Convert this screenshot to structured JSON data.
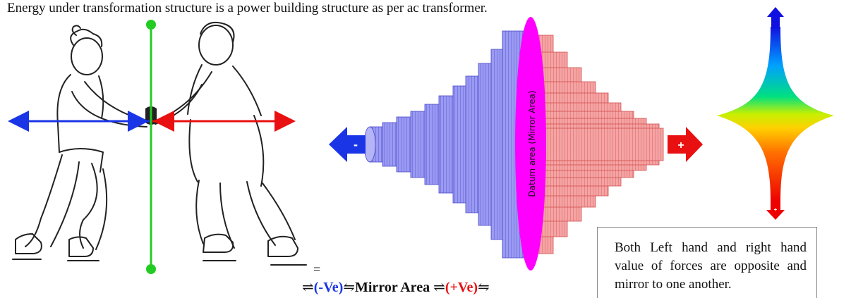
{
  "heading": "Energy under transformation structure is a power building structure as per ac transformer.",
  "stack_labels": {
    "datum": "Datum area (Mirror Area)",
    "minus": "-",
    "plus": "+"
  },
  "spinner_labels": {
    "plus": "+"
  },
  "note": "Both Left hand and right hand value of forces are opposite and mirror  to one another.",
  "equation": {
    "equals": "=",
    "left_harpoon": "⇌",
    "negative": "(-Ve)",
    "mirror_harpoon": "⇋",
    "mirror": "Mirror Area",
    "mid_harpoon": "⇌",
    "positive": "(+Ve)",
    "right_harpoon": "⇋"
  },
  "colors": {
    "negative": "#1a35e6",
    "positive": "#e81010",
    "datum": "#ff00ff",
    "axis": "#22cc22",
    "left_stack": "#8c8cf0",
    "right_stack": "#f08c8c"
  },
  "icons": {
    "left_arrow": "arrow-left-icon",
    "right_arrow": "arrow-right-icon",
    "up_arrow": "arrow-up-icon",
    "down_arrow": "arrow-down-icon"
  }
}
